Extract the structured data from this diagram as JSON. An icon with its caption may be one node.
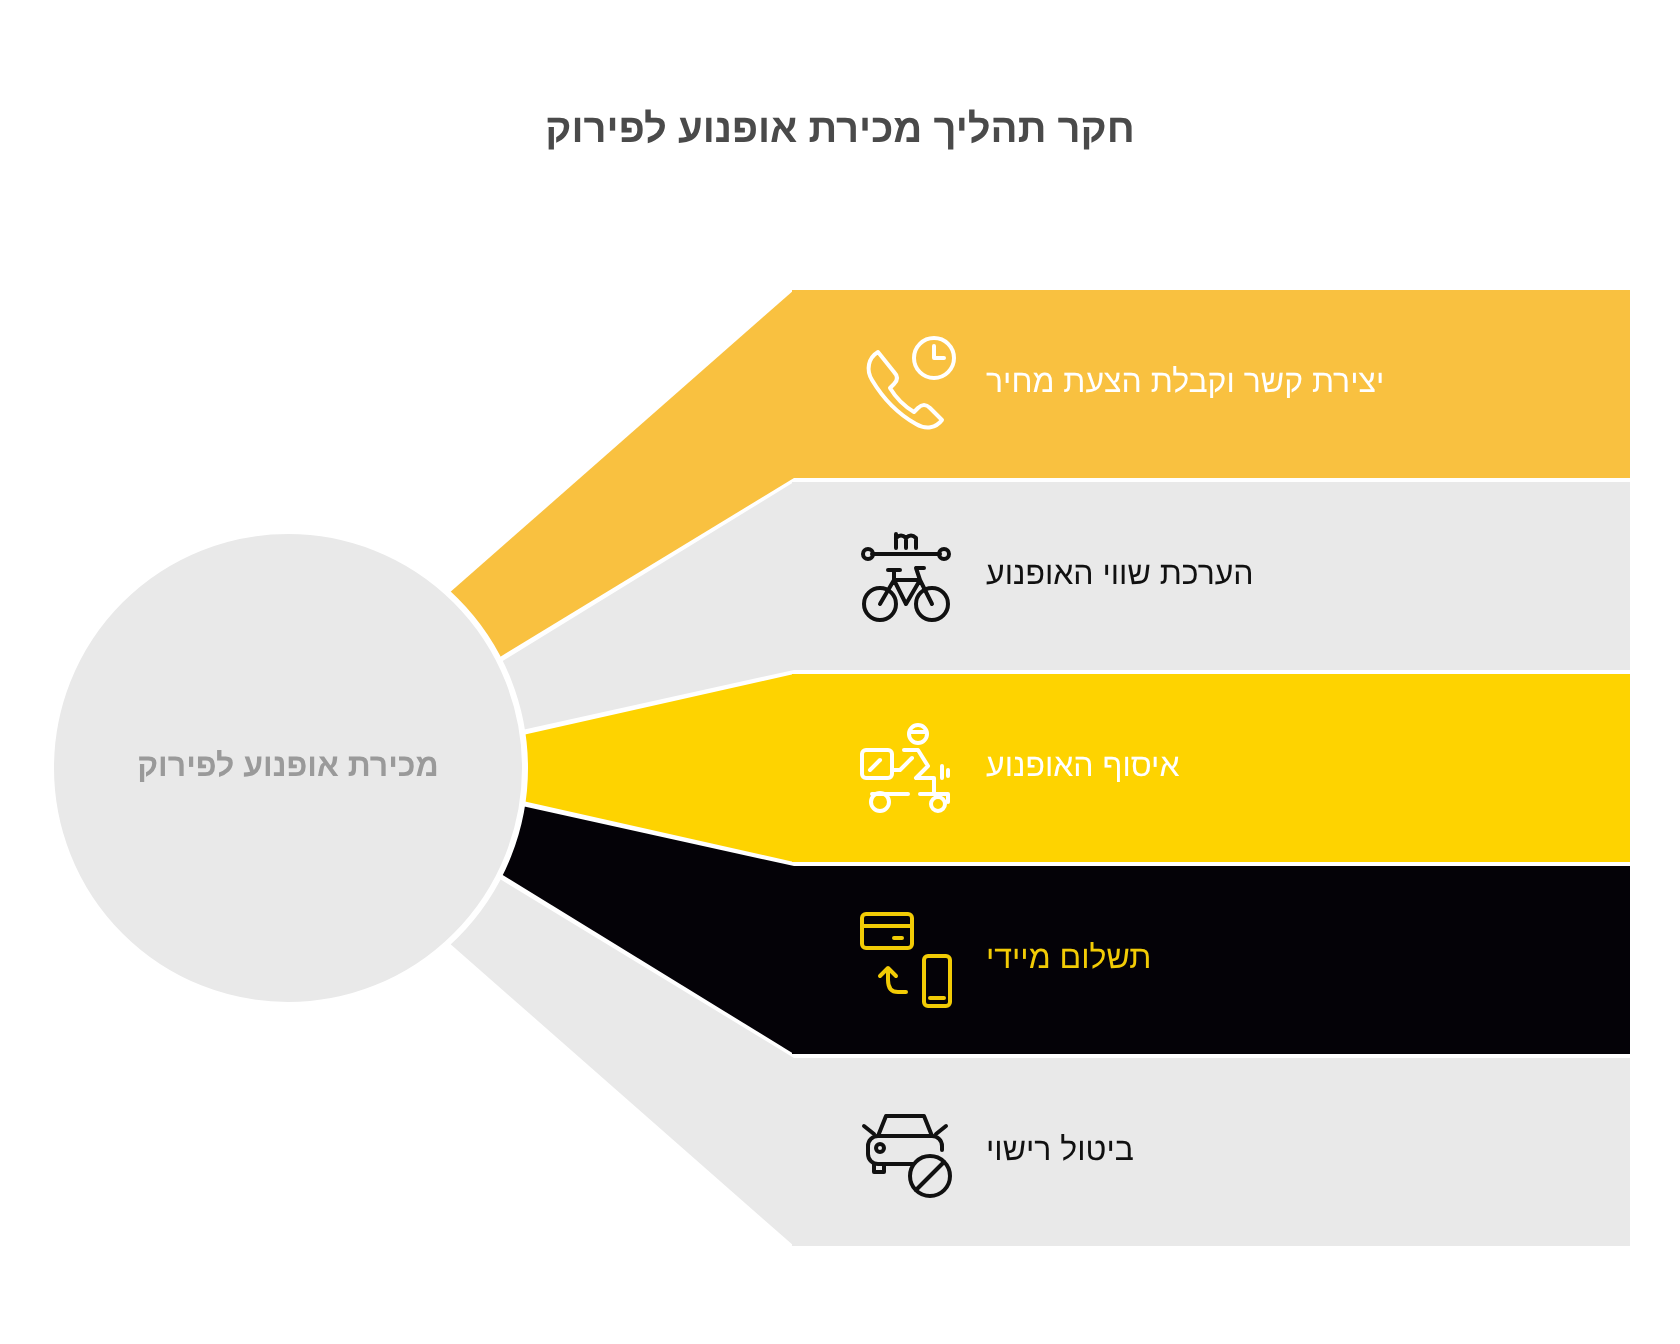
{
  "diagram": {
    "title": "חקר תהליך מכירת אופנוע לפירוק",
    "nodes": [
      {
        "text": [
          "מכירת אופנוע לפירוק"
        ]
      },
      {
        "text": [
          "יצירת קשר וקבלת הצעת מחיר"
        ]
      },
      {
        "text": [
          "הערכת שווי האופנוע"
        ]
      },
      {
        "text": [
          "איסוף האופנוע"
        ]
      },
      {
        "text": [
          "תשלום מיידי"
        ]
      },
      {
        "text": [
          "ביטול רישוי"
        ]
      }
    ],
    "edges": [
      {
        "from": 0,
        "to": 1,
        "arrow": "none"
      },
      {
        "from": 0,
        "to": 2,
        "arrow": "none"
      },
      {
        "from": 0,
        "to": 3,
        "arrow": "none"
      },
      {
        "from": 0,
        "to": 4,
        "arrow": "none"
      },
      {
        "from": 0,
        "to": 5,
        "arrow": "none"
      }
    ]
  }
}
